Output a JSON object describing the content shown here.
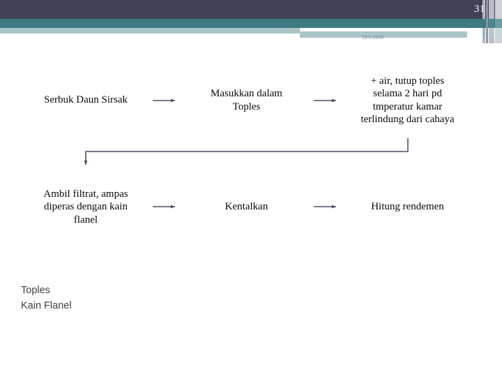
{
  "header": {
    "page_number": "31",
    "date_stamp": "12/1/2020",
    "colors": {
      "dark": "#414257",
      "teal": "#3d7b83",
      "light_teal": "#a9c5c8",
      "node_border": "#4b4d68"
    }
  },
  "flowchart": {
    "nodes": [
      {
        "id": "node-1",
        "label": "Serbuk Daun Sirsak"
      },
      {
        "id": "node-2",
        "label": "Masukkan dalam\nToples"
      },
      {
        "id": "node-3",
        "label": "+ air, tutup toples\nselama 2 hari pd\ntmperatur kamar\nterlindung dari cahaya"
      },
      {
        "id": "node-4",
        "label": "Ambil filtrat, ampas\ndiperas dengan kain\nflanel"
      },
      {
        "id": "node-5",
        "label": "Kentalkan"
      },
      {
        "id": "node-6",
        "label": "Hitung rendemen"
      }
    ],
    "connectors": [
      {
        "from": "node-1",
        "to": "node-2",
        "kind": "straight-right"
      },
      {
        "from": "node-2",
        "to": "node-3",
        "kind": "straight-right"
      },
      {
        "from": "node-3",
        "to": "node-4",
        "kind": "elbow-down-left"
      },
      {
        "from": "node-4",
        "to": "node-5",
        "kind": "straight-right"
      },
      {
        "from": "node-5",
        "to": "node-6",
        "kind": "straight-right"
      }
    ]
  },
  "footer": {
    "notes": [
      "Toples",
      "Kain Flanel"
    ]
  }
}
